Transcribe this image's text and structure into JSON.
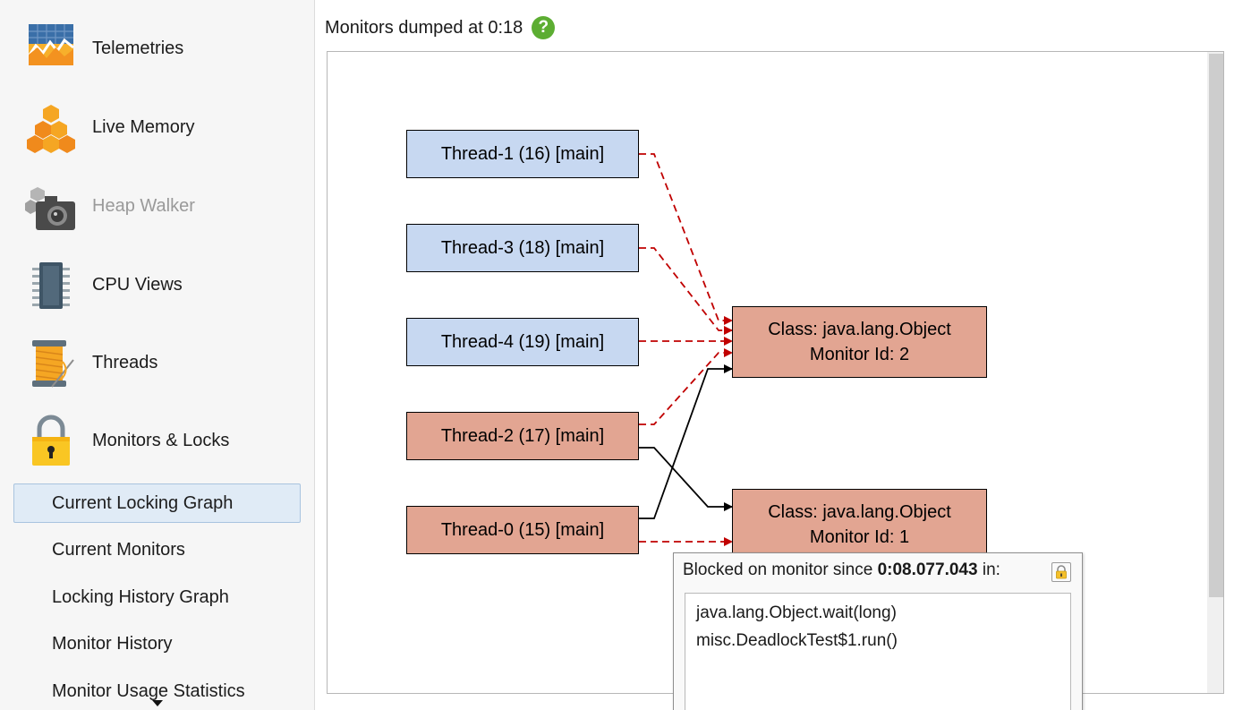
{
  "sidebar": {
    "nav": [
      {
        "label": "Telemetries",
        "icon": "telemetries-icon"
      },
      {
        "label": "Live Memory",
        "icon": "live-memory-icon"
      },
      {
        "label": "Heap Walker",
        "icon": "heap-walker-icon"
      },
      {
        "label": "CPU Views",
        "icon": "cpu-views-icon"
      },
      {
        "label": "Threads",
        "icon": "threads-icon"
      },
      {
        "label": "Monitors & Locks",
        "icon": "monitors-locks-icon"
      }
    ],
    "sub": [
      "Current Locking Graph",
      "Current Monitors",
      "Locking History Graph",
      "Monitor History",
      "Monitor Usage Statistics"
    ],
    "selected_sub": "Current Locking Graph"
  },
  "header": {
    "title": "Monitors dumped at 0:18",
    "help_icon": "help-icon",
    "help_color": "#5cad32"
  },
  "graph": {
    "threads": [
      {
        "label": "Thread-1 (16) [main]",
        "state": "waiting"
      },
      {
        "label": "Thread-3 (18) [main]",
        "state": "waiting"
      },
      {
        "label": "Thread-4 (19) [main]",
        "state": "waiting"
      },
      {
        "label": "Thread-2 (17) [main]",
        "state": "deadlocked"
      },
      {
        "label": "Thread-0 (15) [main]",
        "state": "deadlocked"
      }
    ],
    "monitors": [
      {
        "line1": "Class: java.lang.Object",
        "line2": "Monitor Id: 2"
      },
      {
        "line1": "Class: java.lang.Object",
        "line2": "Monitor Id: 1"
      }
    ],
    "edges": [
      {
        "from": "Thread-1 (16) [main]",
        "to": "Monitor Id: 2",
        "kind": "waiting"
      },
      {
        "from": "Thread-3 (18) [main]",
        "to": "Monitor Id: 2",
        "kind": "waiting"
      },
      {
        "from": "Thread-4 (19) [main]",
        "to": "Monitor Id: 2",
        "kind": "waiting"
      },
      {
        "from": "Thread-2 (17) [main]",
        "to": "Monitor Id: 2",
        "kind": "waiting"
      },
      {
        "from": "Thread-0 (15) [main]",
        "to": "Monitor Id: 2",
        "kind": "holding"
      },
      {
        "from": "Thread-2 (17) [main]",
        "to": "Monitor Id: 1",
        "kind": "holding"
      },
      {
        "from": "Thread-0 (15) [main]",
        "to": "Monitor Id: 1",
        "kind": "waiting"
      }
    ],
    "colors": {
      "thread_waiting": "#c7d8f1",
      "thread_deadlocked": "#e2a592",
      "monitor": "#e2a592",
      "waiting_edge": "#c00000",
      "holding_edge": "#000000"
    }
  },
  "tooltip": {
    "prefix": "Blocked on monitor since ",
    "time": "0:08.077.043",
    "suffix": " in:",
    "pin_icon": "lock-pin-icon",
    "stack": [
      "java.lang.Object.wait(long)",
      "misc.DeadlockTest$1.run()"
    ]
  }
}
